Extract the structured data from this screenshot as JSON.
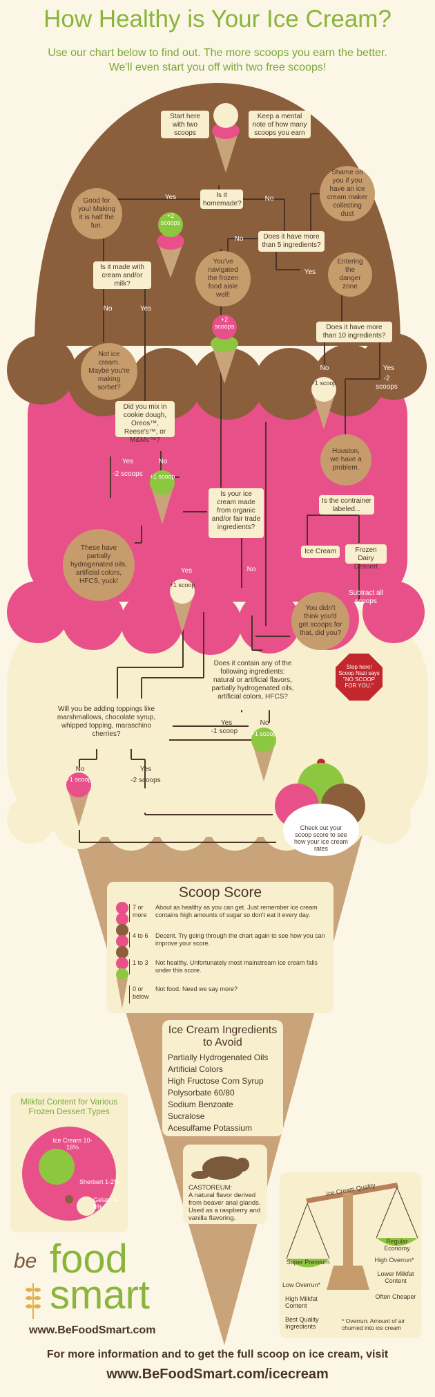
{
  "title": "How Healthy is Your Ice Cream?",
  "subtitle_line1": "Use our chart below to find out. The more scoops you earn the better.",
  "subtitle_line2": "We'll even start you off with two free scoops!",
  "colors": {
    "brown": "#8b5e3c",
    "pink": "#e8508a",
    "cream": "#f8efcf",
    "green": "#8dc63f",
    "cone": "#c9a37a",
    "tan": "#c69c6d",
    "stop": "#c1272d"
  },
  "flow": {
    "start": "Start here with two scoops",
    "mental_note": "Keep a mental note of how many scoops you earn",
    "homemade": "Is it homemade?",
    "yes": "Yes",
    "no": "No",
    "good_for_you": "Good for you! Making it is half the fun.",
    "plus2_a": "+2 scoops",
    "shame": "Shame on you if you have an ice cream maker collecting dust",
    "more_than_5": "Does it have more than 5 ingredients?",
    "navigated": "You've navigated the frozen food aisle well!",
    "cream_milk": "Is it made with cream and/or milk?",
    "danger_zone": "Entering the danger zone",
    "plus2_b": "+2 scoops",
    "more_than_10": "Does it have more than 10 ingredients?",
    "not_ice_cream": "Not ice cream. Maybe you're making sorbet?",
    "plus1_a": "+1 scoop",
    "minus2_a": "-2 scoops",
    "mix_in": "Did you mix in cookie dough, Oreos™, Reese's™, or M&Ms™?",
    "houston": "Houston, we have a problem.",
    "minus2_b": "-2 scoops",
    "plus1_b": "+1 scoop",
    "organic": "Is your ice cream made from organic and/or fair trade ingredients?",
    "labeled": "Is the contrainer labeled...",
    "hydrogenated": "These have partially hydrogenated oils, artificial colors, HFCS, yuck!",
    "ice_cream_label": "Ice Cream",
    "frozen_dairy": "Frozen Dairy Dessert",
    "plus1_c": "+1 scoop",
    "subtract_all": "Subtract all scoops",
    "didnt_think": "You didn't think you'd get scoops for that, did you?",
    "contain": "Does it contain any of the following ingredients: natural or artificial flavors, partially hydrogenated oils, artificial colors, HFCS?",
    "stop": "Stop here! Scoop Nazi says \"NO SCOOP FOR YOU.\"",
    "toppings": "Will you be adding toppings like marshmallows, chocolate syrup, whipped topping, maraschino cherries?",
    "yes_minus1": "-1 scoop",
    "plus1_d": "+1 scoop",
    "plus1_e": "+1 scoop",
    "minus2_c": "-2 scoops",
    "check_out": "Check out your scoop score to see how your ice cream rates"
  },
  "scoop_score": {
    "title": "Scoop Score",
    "rows": [
      {
        "range": "7 or more",
        "desc": "About as healthy as you can get. Just remember ice cream contains high amounts of sugar so don't eat it every day."
      },
      {
        "range": "4 to 6",
        "desc": "Decent. Try going through the chart again to see how you can improve your score."
      },
      {
        "range": "1 to 3",
        "desc": "Not healthy. Unfortunately most mainstream ice cream falls under this score."
      },
      {
        "range": "0 or below",
        "desc": "Not food. Need we say more?"
      }
    ]
  },
  "ingredients": {
    "title_line1": "Ice Cream Ingredients",
    "title_line2": "to Avoid",
    "items": [
      "Partially Hydrogenated Oils",
      "Artificial Colors",
      "High Fructose Corn Syrup",
      "Polysorbate 60/80",
      "Sodium Benzoate",
      "Sucralose",
      "Acesulfame Potassium"
    ]
  },
  "milkfat": {
    "title": "Milkfat Content for Various Frozen Dessert Types",
    "ice_cream": "Ice Cream 10-16%",
    "sherbert": "Sherbert 1-2%",
    "gelato": "Gelato 4-8%"
  },
  "castoreum": {
    "title": "CASTOREUM:",
    "desc": "A natural flavor derived from beaver anal glands. Used as a raspberry and vanilla flavoring."
  },
  "quality": {
    "beam": "Ice Cream Quality",
    "super_premium": "Super Premium",
    "regular": "Regular Economy",
    "low_overrun": "Low Overrun*",
    "high_milkfat": "High Milkfat Content",
    "best_quality": "Best Quality Ingredients",
    "high_overrun": "High Overrun*",
    "lower_milkfat": "Lower Milkfat Content",
    "often_cheaper": "Often Cheaper",
    "footnote": "* Overrun: Amount of air churned into ice cream"
  },
  "brand": {
    "be": "be",
    "food": "food",
    "smart": "smart",
    "url": "www.BeFoodSmart.com"
  },
  "footer": {
    "line1": "For more information and to get the full scoop on ice cream, visit",
    "line2": "www.BeFoodSmart.com/icecream"
  }
}
